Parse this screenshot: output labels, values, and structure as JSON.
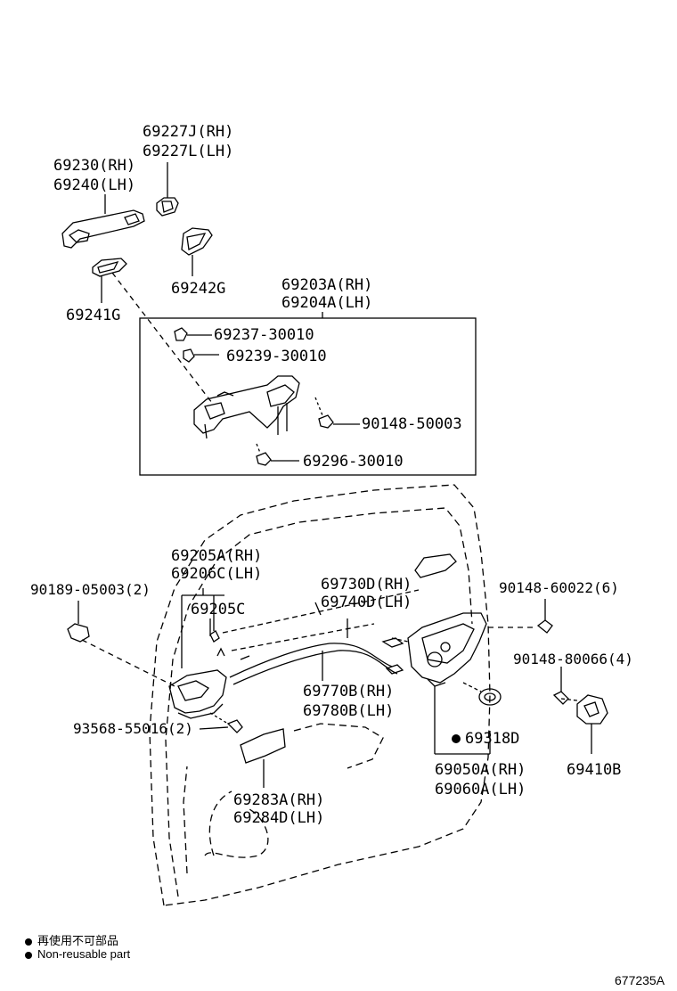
{
  "parts": {
    "p69227J": "69227J(RH)",
    "p69227L": "69227L(LH)",
    "p69230": "69230(RH)",
    "p69240": "69240(LH)",
    "p69242G": "69242G",
    "p69241G": "69241G",
    "p69203A": "69203A(RH)",
    "p69204A": "69204A(LH)",
    "p69237": "69237-30010",
    "p69239": "69239-30010",
    "p90148_50003": "90148-50003",
    "p69296": "69296-30010",
    "p69205A": "69205A(RH)",
    "p69206C": "69206C(LH)",
    "p69205C": "69205C",
    "p90189": "90189-05003(2)",
    "p69730D": "69730D(RH)",
    "p69740D": "69740D(LH)",
    "p90148_60022": "90148-60022(6)",
    "p90148_80066": "90148-80066(4)",
    "p69770B": "69770B(RH)",
    "p69780B": "69780B(LH)",
    "p93568": "93568-55016(2)",
    "p69318D": "69318D",
    "p69050A": "69050A(RH)",
    "p69060A": "69060A(LH)",
    "p69410B": "69410B",
    "p69283A": "69283A(RH)",
    "p69284D": "69284D(LH)"
  },
  "legend": {
    "jp": "再使用不可部品",
    "en": "Non-reusable part"
  },
  "diagram_id": "677235A"
}
